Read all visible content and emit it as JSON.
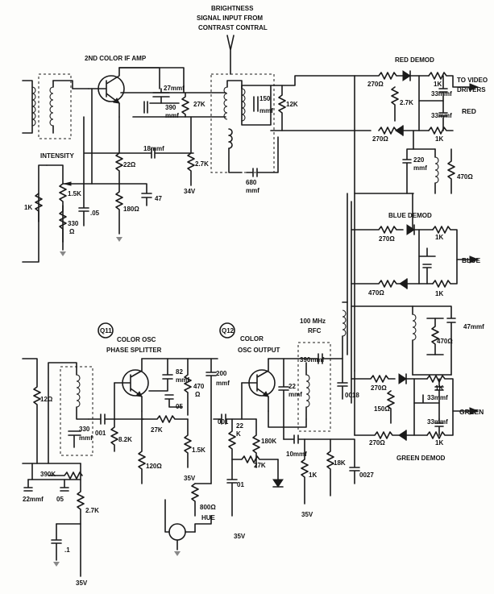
{
  "texts": {
    "brightness": "BRIGHTNESS",
    "signal_input": "SIGNAL INPUT FROM",
    "contrast": "CONTRAST CONTRAL",
    "if_amp": "2ND COLOR IF AMP",
    "red_demod": "RED DEMOD",
    "to_video": "TO VIDEO",
    "drivers": "DRIVERS",
    "red": "RED",
    "intensity": "INTENSITY",
    "blue_demod": "BLUE DEMOD",
    "blue": "BLUE",
    "green": "GREEN",
    "green_demod": "GREEN DEMOD",
    "q11": "Q11",
    "q12": "Q12",
    "color_osc": "COLOR OSC",
    "phase_splitter": "PHASE SPLITTER",
    "color": "COLOR",
    "osc_output": "OSC OUTPUT",
    "mhz": "100 MHz",
    "rfc": "RFC",
    "hue": "HUE",
    "v35": "35V",
    "v34": "34V"
  },
  "components": {
    "c27mmf": "27mmf",
    "c390a": "390",
    "c390b": "mmf",
    "r27k_a": "27K",
    "c150a": "150",
    "c150b": "mmf",
    "r12k": "12K",
    "c18mmf": "18mmf",
    "r27k_b": "2.7K",
    "r220": "22Ω",
    "r1_5k": "1.5K",
    "r1k_a": "1K",
    "r330a": "330",
    "r330b": "Ω",
    "c05a": ".05",
    "c47": "47",
    "r180": "180Ω",
    "c680a": "680",
    "c680b": "mmf",
    "r270_r1": "270Ω",
    "r27k_red": "2.7K",
    "r1k_r1": "1K",
    "c33_r1": "33mmf",
    "c33_r2": "33mmf",
    "r270_r2": "270Ω",
    "r1k_r2": "1K",
    "c220a": "220",
    "c220b": "mmf",
    "r470_a": "470Ω",
    "r270_b1": "270Ω",
    "r1k_b1": "1K",
    "r470_b": "470Ω",
    "r1k_b2": "1K",
    "c47mmf": "47mmf",
    "r470_c": "470Ω",
    "r270_g1": "270Ω",
    "r1k_g1": "1K",
    "c33_g1": "33mmf",
    "r150": "150Ω",
    "c33_g2": "33mmf",
    "r270_g2": "270Ω",
    "r1k_g2": "1K",
    "c0018": "0018",
    "c390mmf": "390mmf",
    "r12": "12Ω",
    "c330a": "330",
    "c330b": "mmf",
    "c001a": "001",
    "r8_2k": "8.2K",
    "r27k_c": "27K",
    "c82a": "82",
    "c82b": "mmf",
    "c05b": "05",
    "r470_d": "470",
    "r470_d2": "Ω",
    "c200a": "200",
    "c200b": "mmf",
    "r120": "120Ω",
    "r1_5k_b": "1.5K",
    "r800a": "800Ω",
    "c001b": "001",
    "r22k_a": "22",
    "r22k_b": "K",
    "c22a": "22",
    "c22b": "mmf",
    "r180k": "180K",
    "r27k_d": "27K",
    "c01": "01",
    "c10mmf": "10mmf",
    "r18k": "18K",
    "r1k_c": "1K",
    "c0027": "0027",
    "r390k": "390K",
    "c22mmf": "22mmf",
    "c05c": "05",
    "r27k_e": "2.7K",
    "c_1": ".1"
  }
}
